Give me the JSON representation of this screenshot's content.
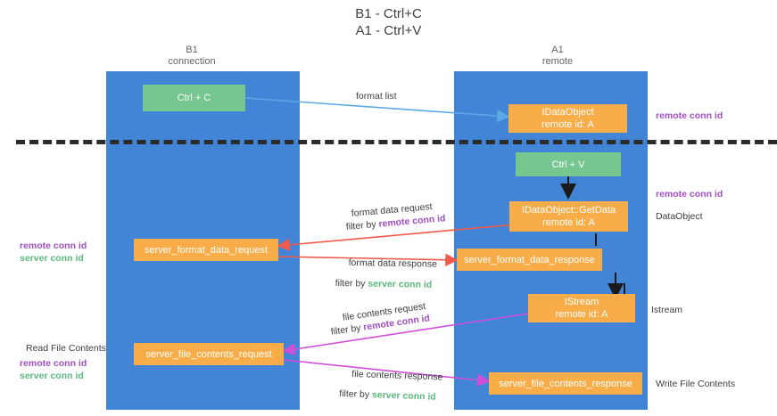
{
  "title": "B1 - Ctrl+C\nA1 - Ctrl+V",
  "lanes": [
    {
      "id": "b1",
      "header": "B1\nconnection"
    },
    {
      "id": "a1",
      "header": "A1\nremote"
    }
  ],
  "nodes": [
    {
      "id": "ctrl-c",
      "label": "Ctrl + C",
      "color": "green"
    },
    {
      "id": "idataobject",
      "label": "IDataObject\nremote id: A",
      "color": "orange"
    },
    {
      "id": "ctrl-v",
      "label": "Ctrl + V",
      "color": "green"
    },
    {
      "id": "idataobject-getdata",
      "label": "IDataObject::GetData\nremote id: A",
      "color": "orange"
    },
    {
      "id": "server-format-data-request",
      "label": "server_format_data_request",
      "color": "orange"
    },
    {
      "id": "server-format-data-response",
      "label": "server_format_data_response",
      "color": "orange"
    },
    {
      "id": "istream",
      "label": "IStream\nremote id: A",
      "color": "orange"
    },
    {
      "id": "server-file-contents-request",
      "label": "server_file_contents_request",
      "color": "orange"
    },
    {
      "id": "server-file-contents-response",
      "label": "server_file_contents_response",
      "color": "orange"
    }
  ],
  "edge_labels": {
    "format_list": "format list",
    "format_data_request": "format data request",
    "format_data_request_filter_prefix": "filter by ",
    "format_data_request_filter_key": "remote conn id",
    "format_data_response": "format data response",
    "format_data_response_filter_prefix": "filter by ",
    "format_data_response_filter_key": "server conn id",
    "file_contents_request": "file contents request",
    "file_contents_request_filter_prefix": "filter by ",
    "file_contents_request_filter_key": "remote conn id",
    "file_contents_response": "file contents response",
    "file_contents_response_filter_prefix": "filter by ",
    "file_contents_response_filter_key": "server conn id"
  },
  "annotations": {
    "right_remote_conn_id_top": "remote conn id",
    "right_remote_conn_id_mid": "remote conn id",
    "right_dataobject": "DataObject",
    "right_istream": "Istream",
    "right_write_file_contents": "Write File Contents",
    "left_remote_conn_id": "remote conn id",
    "left_server_conn_id": "server conn id",
    "left_read_file_contents": "Read File Contents",
    "left_remote_conn_id_2": "remote conn id",
    "left_server_conn_id_2": "server conn id"
  },
  "colors": {
    "lane": "#4285d6",
    "green_node": "#76c68f",
    "orange_node": "#f8ad49",
    "purple_text": "#a34fc4",
    "green_text": "#5bb97e",
    "divider": "#2b2b2b",
    "arrow_blue": "#5aa9e6",
    "arrow_red": "#ef5a4c",
    "arrow_magenta": "#cf4fd6",
    "arrow_black": "#1a1a1a",
    "background": "#ffffff"
  }
}
